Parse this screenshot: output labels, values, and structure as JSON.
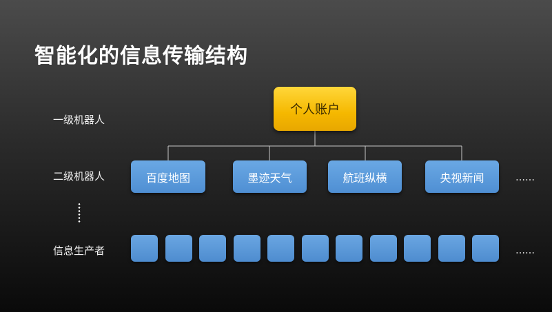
{
  "title": "智能化的信息传输结构",
  "row_labels": {
    "level1": "一级机器人",
    "level2": "二级机器人",
    "producers": "信息生产者"
  },
  "root": {
    "label": "个人账户"
  },
  "level2_nodes": [
    {
      "label": "百度地图"
    },
    {
      "label": "墨迹天气"
    },
    {
      "label": "航班纵横"
    },
    {
      "label": "央视新闻"
    }
  ],
  "level2_ellipsis": "……",
  "producers": {
    "count": 11,
    "ellipsis": "……"
  },
  "colors": {
    "root_fill": "#f5b800",
    "node_fill": "#4f8fd3",
    "connector": "#c8c8c8"
  }
}
